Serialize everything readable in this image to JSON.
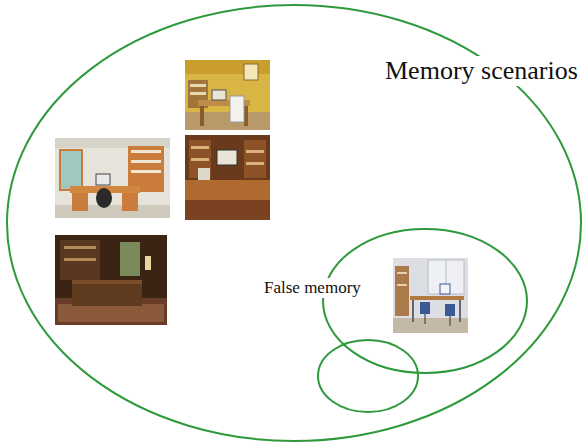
{
  "diagram": {
    "nodes": [
      {
        "text": [
          "Memory scenarios"
        ]
      },
      {
        "text": [
          "False memory"
        ],
        "in": 0
      }
    ]
  }
}
